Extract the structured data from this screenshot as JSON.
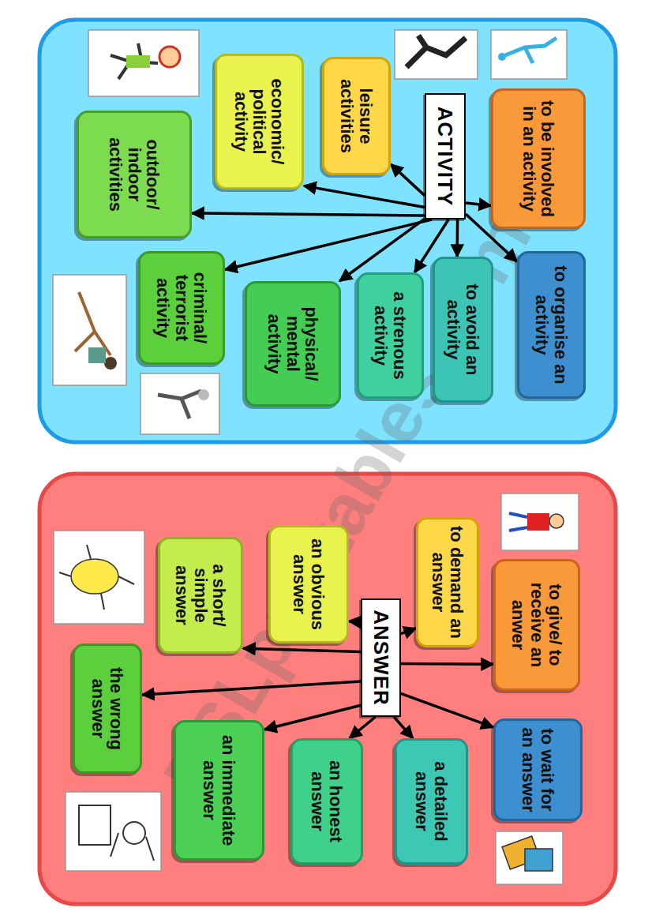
{
  "diagram": {
    "nodes": [
      {
        "text": [
          "ACTIVITY"
        ]
      },
      {
        "text": [
          "to be involved in an activity"
        ]
      },
      {
        "text": [
          "leisure activities"
        ]
      },
      {
        "text": [
          "economic/ political activity"
        ]
      },
      {
        "text": [
          "outdoor/ indoor activities"
        ]
      },
      {
        "text": [
          "criminal/ terrorist activity"
        ]
      },
      {
        "text": [
          "physical/ mental activity"
        ]
      },
      {
        "text": [
          "a strenous activity"
        ]
      },
      {
        "text": [
          "to avoid an activity"
        ]
      },
      {
        "text": [
          "to organise an activity"
        ]
      },
      {
        "text": [
          "ANSWER"
        ]
      },
      {
        "text": [
          "to demand an answer"
        ]
      },
      {
        "text": [
          "to give/ to receive an anwer"
        ]
      },
      {
        "text": [
          "an obvious answer"
        ]
      },
      {
        "text": [
          "a short/ simple answer"
        ]
      },
      {
        "text": [
          "the wrong answer"
        ]
      },
      {
        "text": [
          "an immediate answer"
        ]
      },
      {
        "text": [
          "an honest answer"
        ]
      },
      {
        "text": [
          "a detailed answer"
        ]
      },
      {
        "text": [
          "to wait for an answer"
        ]
      }
    ],
    "edges": [
      {
        "from": 0,
        "to": 1,
        "arrow": "to"
      },
      {
        "from": 0,
        "to": 2,
        "arrow": "to"
      },
      {
        "from": 0,
        "to": 3,
        "arrow": "to"
      },
      {
        "from": 0,
        "to": 4,
        "arrow": "to"
      },
      {
        "from": 0,
        "to": 5,
        "arrow": "to"
      },
      {
        "from": 0,
        "to": 6,
        "arrow": "to"
      },
      {
        "from": 0,
        "to": 7,
        "arrow": "to"
      },
      {
        "from": 0,
        "to": 8,
        "arrow": "to"
      },
      {
        "from": 0,
        "to": 9,
        "arrow": "to"
      },
      {
        "from": 10,
        "to": 11,
        "arrow": "to"
      },
      {
        "from": 10,
        "to": 12,
        "arrow": "to"
      },
      {
        "from": 10,
        "to": 13,
        "arrow": "to"
      },
      {
        "from": 10,
        "to": 14,
        "arrow": "to"
      },
      {
        "from": 10,
        "to": 15,
        "arrow": "to"
      },
      {
        "from": 10,
        "to": 16,
        "arrow": "to"
      },
      {
        "from": 10,
        "to": 17,
        "arrow": "to"
      },
      {
        "from": 10,
        "to": 18,
        "arrow": "to"
      },
      {
        "from": 10,
        "to": 19,
        "arrow": "to"
      }
    ],
    "labels": [
      "ESLprintables.com"
    ]
  }
}
